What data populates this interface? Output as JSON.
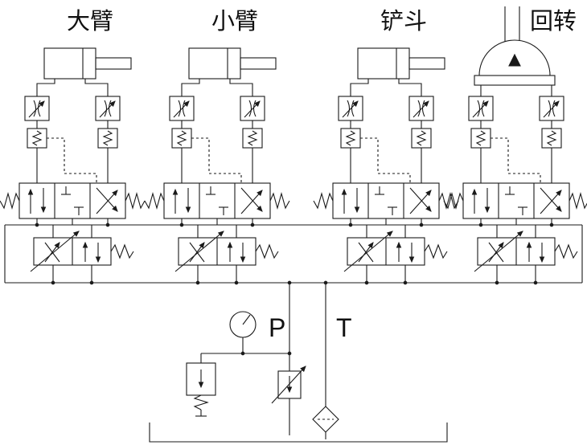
{
  "diagram": {
    "type": "hydraulic-circuit-schematic",
    "columns": [
      {
        "id": "boom",
        "label": "大臂"
      },
      {
        "id": "arm",
        "label": "小臂"
      },
      {
        "id": "bucket",
        "label": "铲斗"
      },
      {
        "id": "swing",
        "label": "回转"
      }
    ],
    "ports": {
      "pressure": "P",
      "tank": "T"
    },
    "colors": {
      "line": "#1a1a1a",
      "background": "#ffffff",
      "text": "#111111"
    }
  }
}
